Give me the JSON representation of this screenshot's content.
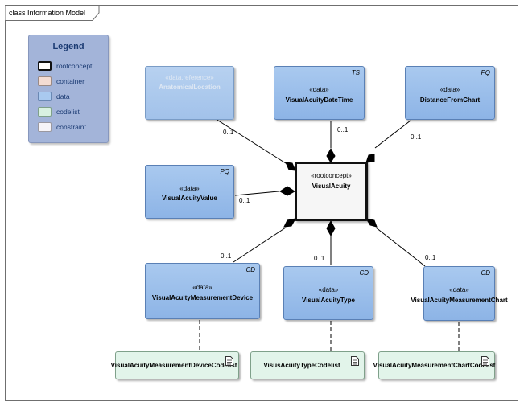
{
  "frame": {
    "title": "class Information Model"
  },
  "legend": {
    "title": "Legend",
    "items": [
      {
        "label": "rootconcept",
        "color": "#ffffff"
      },
      {
        "label": "container",
        "color": "#f3dcd3"
      },
      {
        "label": "data",
        "color": "#a9c9ef"
      },
      {
        "label": "codelist",
        "color": "#d8f1e1"
      },
      {
        "label": "constraint",
        "color": "#f6f4f8"
      }
    ]
  },
  "root": {
    "stereotype": "«rootconcept»",
    "name": "VisualAcuity"
  },
  "classes": {
    "anatomical_location": {
      "stereotype": "«data,reference»",
      "name": "AnatomicalLocation",
      "tag": ""
    },
    "date_time": {
      "stereotype": "«data»",
      "name": "VisualAcuityDateTime",
      "tag": "TS"
    },
    "distance_from_chart": {
      "stereotype": "«data»",
      "name": "DistanceFromChart",
      "tag": "PQ"
    },
    "value": {
      "stereotype": "«data»",
      "name": "VisualAcuityValue",
      "tag": "PQ"
    },
    "measurement_device": {
      "stereotype": "«data»",
      "name": "VisualAcuityMeasurementDevice",
      "tag": "CD"
    },
    "type": {
      "stereotype": "«data»",
      "name": "VisualAcuityType",
      "tag": "CD"
    },
    "measurement_chart": {
      "stereotype": "«data»",
      "name": "VisualAcuityMeasurementChart",
      "tag": "CD"
    }
  },
  "codelists": {
    "device": {
      "name": "VisualAcuityMeasurementDeviceCodelist"
    },
    "type": {
      "name": "VisusAcuityTypeCodelist"
    },
    "chart": {
      "name": "VisualAcuityMeasurementChartCodelist"
    }
  },
  "multiplicities": {
    "anatomical_location": "0..1",
    "date_time": "0..1",
    "distance_from_chart": "0..1",
    "value": "0..1",
    "measurement_device": "0..1",
    "type": "0..1",
    "measurement_chart": "0..1"
  }
}
